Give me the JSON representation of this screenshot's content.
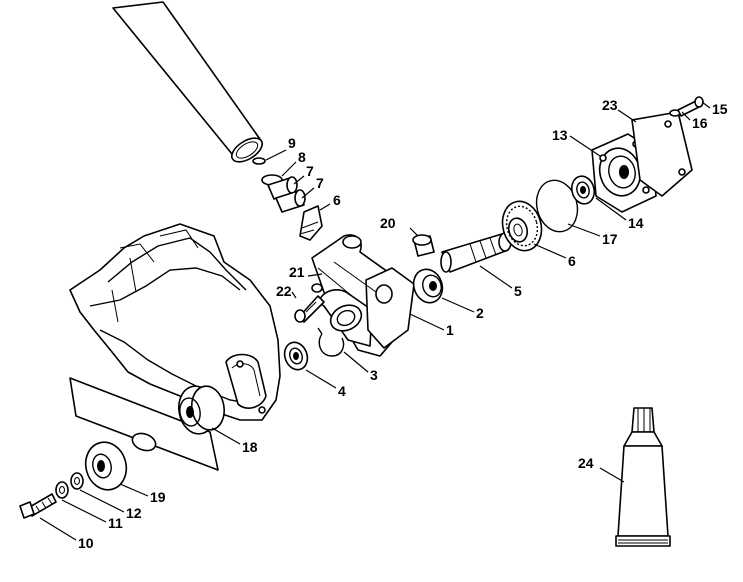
{
  "callouts": {
    "c1": "1",
    "c2": "2",
    "c3": "3",
    "c4": "4",
    "c5": "5",
    "c6a": "6",
    "c6b": "6",
    "c7a": "7",
    "c7b": "7",
    "c8": "8",
    "c9": "9",
    "c10": "10",
    "c11": "11",
    "c12": "12",
    "c13": "13",
    "c14": "14",
    "c15": "15",
    "c16": "16",
    "c17": "17",
    "c18": "18",
    "c19": "19",
    "c20": "20",
    "c21": "21",
    "c22": "22",
    "c23": "23",
    "c24": "24"
  }
}
